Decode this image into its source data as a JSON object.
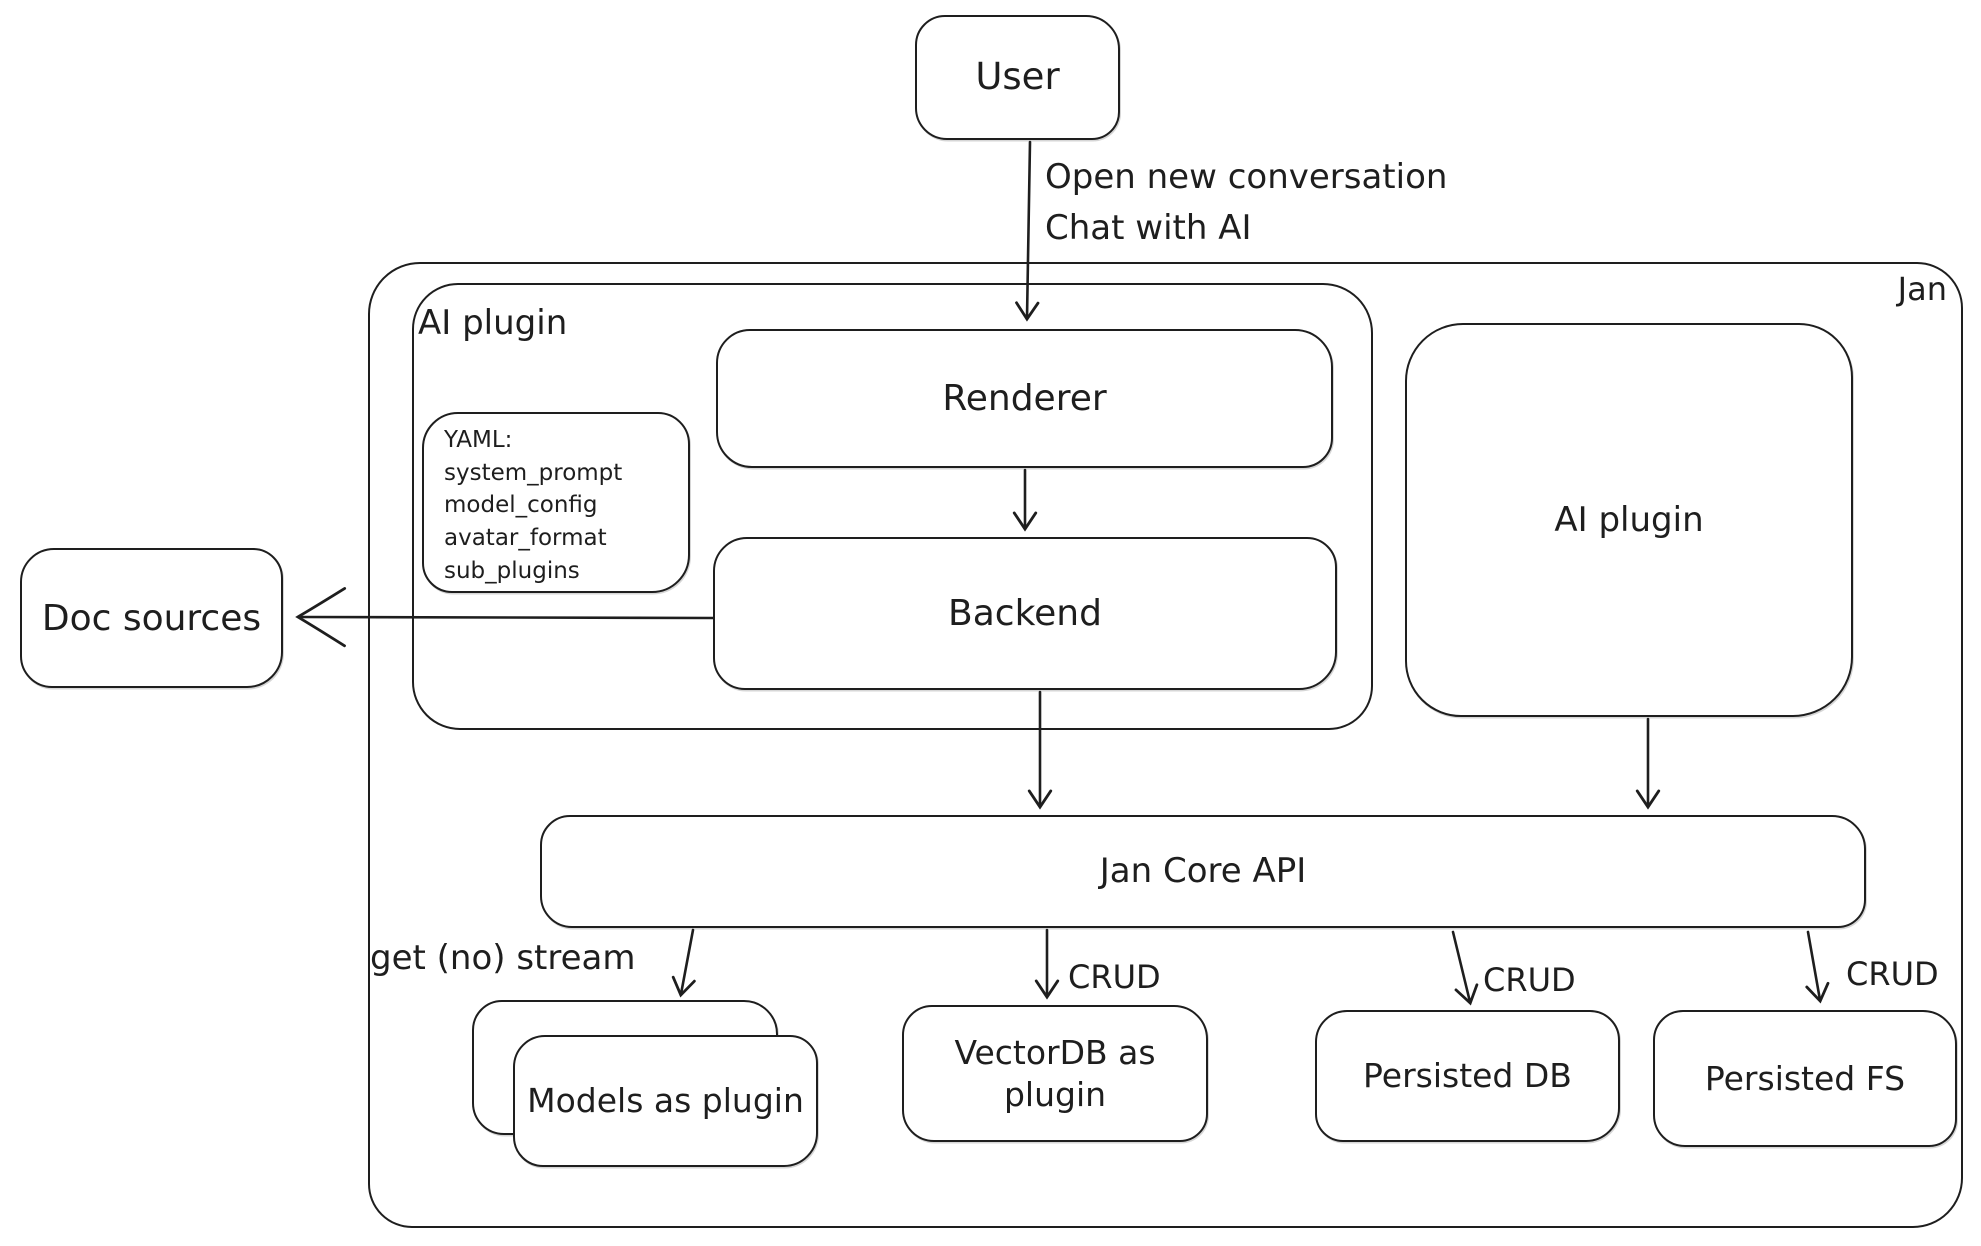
{
  "colors": {
    "ink": "#1e1e1e",
    "background": "#ffffff"
  },
  "diagram": {
    "outer": {
      "label": "Jan"
    },
    "nodes": {
      "user": {
        "label": "User"
      },
      "ai_plugin_container": {
        "label": "AI plugin"
      },
      "yaml_note": {
        "lines": [
          "YAML:",
          "system_prompt",
          "model_config",
          "avatar_format",
          "sub_plugins"
        ]
      },
      "renderer": {
        "label": "Renderer"
      },
      "backend": {
        "label": "Backend"
      },
      "ai_plugin_right": {
        "label": "AI plugin"
      },
      "jan_core_api": {
        "label": "Jan Core API"
      },
      "doc_sources": {
        "label": "Doc sources"
      },
      "models_as_plugin": {
        "label": "Models as plugin"
      },
      "vectordb_as_plugin": {
        "label": "VectorDB as plugin"
      },
      "persisted_db": {
        "label": "Persisted DB"
      },
      "persisted_fs": {
        "label": "Persisted FS"
      }
    },
    "edge_labels": {
      "user_to_renderer_line1": "Open new conversation",
      "user_to_renderer_line2": "Chat with AI",
      "api_to_models": "get (no) stream",
      "api_to_vectordb": "CRUD",
      "api_to_persisted_db": "CRUD",
      "api_to_persisted_fs": "CRUD"
    }
  }
}
